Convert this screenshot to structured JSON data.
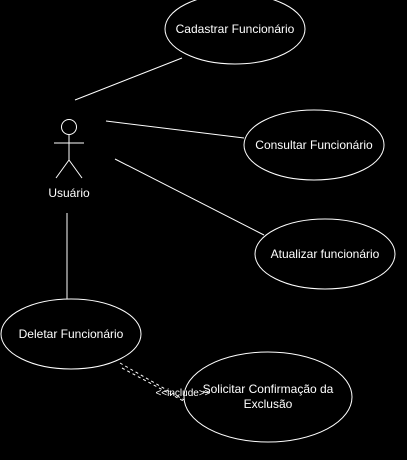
{
  "actor": {
    "name": "Usuário"
  },
  "use_cases": {
    "cadastrar": "Cadastrar Funcionário",
    "consultar": "Consultar Funcionário",
    "atualizar": "Atualizar funcionário",
    "deletar": "Deletar Funcionário",
    "solicitar_line1": "Solicitar Confirmação da",
    "solicitar_line2": "Exclusão"
  },
  "relationships": {
    "include_label": "<<include>>"
  },
  "colors": {
    "background": "#000000",
    "stroke": "#ffffff",
    "text": "#ffffff"
  }
}
